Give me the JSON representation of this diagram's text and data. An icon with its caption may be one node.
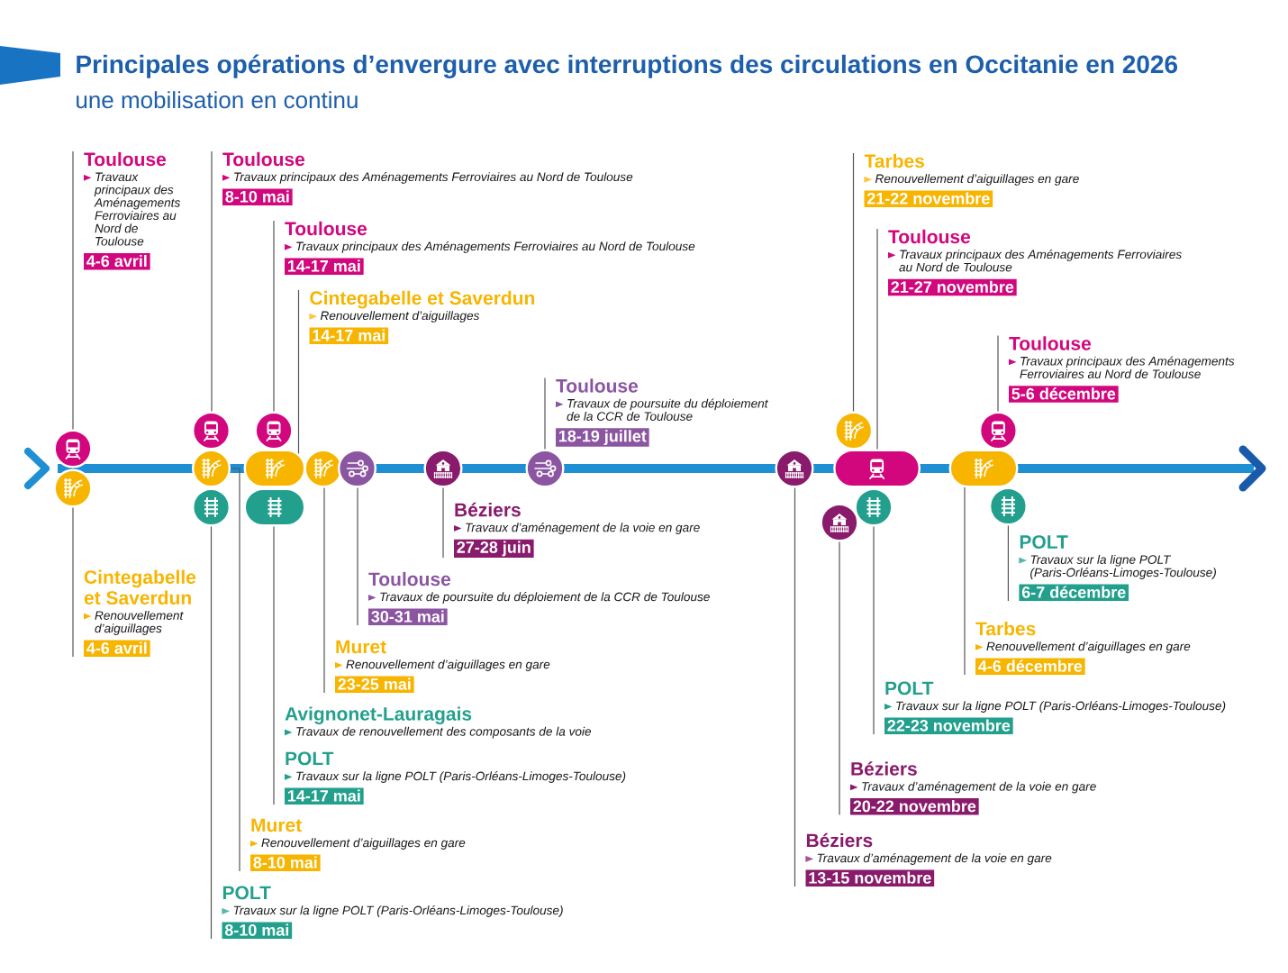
{
  "diagram": {
    "title": "Principales opérations d’envergure avec interruptions des circulations en Occitanie en 2026",
    "nodes": [
      {
        "text": [
          "Toulouse",
          "Travaux principaux des Aménagements Ferroviaires au Nord de Toulouse",
          "4-6 avril"
        ]
      },
      {
        "text": [
          "Toulouse",
          "Travaux principaux des Aménagements Ferroviaires au Nord de Toulouse",
          "8-10 mai"
        ]
      },
      {
        "text": [
          "Toulouse",
          "Travaux principaux des Aménagements Ferroviaires au Nord de Toulouse",
          "14-17 mai"
        ]
      },
      {
        "text": [
          "Cintegabelle et Saverdun",
          "Renouvellement d’aiguillages",
          "14-17 mai"
        ]
      },
      {
        "text": [
          "Toulouse",
          "Travaux de poursuite du déploiement de la CCR de Toulouse",
          "18-19 juillet"
        ]
      },
      {
        "text": [
          "Tarbes",
          "Renouvellement d’aiguillages en gare",
          "21-22 novembre"
        ]
      },
      {
        "text": [
          "Toulouse",
          "Travaux principaux des Aménagements Ferroviaires au Nord de Toulouse",
          "21-27 novembre"
        ]
      },
      {
        "text": [
          "Toulouse",
          "Travaux principaux des Aménagements Ferroviaires au Nord de Toulouse",
          "5-6 décembre"
        ]
      },
      {
        "text": [],
        "shape": "circle"
      },
      {
        "text": [],
        "shape": "circle"
      },
      {
        "text": [],
        "shape": "circle"
      },
      {
        "text": [],
        "shape": "circle"
      },
      {
        "text": [],
        "shape": "circle"
      },
      {
        "text": [],
        "shape": "circle"
      },
      {
        "text": [],
        "shape": "pill"
      },
      {
        "text": [],
        "shape": "pill"
      },
      {
        "text": [],
        "shape": "circle"
      },
      {
        "text": [],
        "shape": "circle"
      },
      {
        "text": [],
        "shape": "circle"
      },
      {
        "text": [],
        "shape": "circle"
      },
      {
        "text": [],
        "shape": "circle"
      },
      {
        "text": [],
        "shape": "circle"
      },
      {
        "text": [],
        "shape": "pill"
      },
      {
        "text": [],
        "shape": "circle"
      },
      {
        "text": [],
        "shape": "circle"
      },
      {
        "text": [],
        "shape": "pill"
      },
      {
        "text": [],
        "shape": "circle"
      },
      {
        "text": [],
        "shape": "circle"
      },
      {
        "text": [
          "Cintegabelle et Saverdun",
          "Renouvellement d’aiguillages",
          "4-6 avril"
        ]
      },
      {
        "text": [
          "POLT",
          "Travaux sur la ligne POLT (Paris-Orléans-Limoges-Toulouse)",
          "8-10 mai"
        ]
      },
      {
        "text": [
          "Muret",
          "Renouvellement d’aiguillages en gare",
          "8-10 mai"
        ]
      },
      {
        "text": [
          "Avignonet-Lauragais",
          "Travaux de renouvellement des composants de la voie",
          "POLT",
          "Travaux sur la ligne POLT (Paris-Orléans-Limoges-Toulouse)",
          "14-17 mai"
        ]
      },
      {
        "text": [
          "Muret",
          "Renouvellement d’aiguillages en gare",
          "23-25 mai"
        ]
      },
      {
        "text": [
          "Toulouse",
          "Travaux de poursuite du déploiement de la CCR de Toulouse",
          "30-31 mai"
        ]
      },
      {
        "text": [
          "Béziers",
          "Travaux d’aménagement de la voie en gare",
          "27-28 juin"
        ]
      },
      {
        "text": [
          "Béziers",
          "Travaux d’aménagement de la voie en gare",
          "13-15 novembre"
        ]
      },
      {
        "text": [
          "Béziers",
          "Travaux d’aménagement de la voie en gare",
          "20-22 novembre"
        ]
      },
      {
        "text": [
          "POLT",
          "Travaux sur la ligne POLT (Paris-Orléans-Limoges-Toulouse)",
          "22-23 novembre"
        ]
      },
      {
        "text": [
          "Tarbes",
          "Renouvellement d’aiguillages en gare",
          "4-6 décembre"
        ]
      },
      {
        "text": [
          "POLT",
          "Travaux sur la ligne POLT (Paris-Orléans-Limoges-Toulouse)",
          "6-7 décembre"
        ]
      }
    ],
    "edges": [
      {
        "from": 0,
        "to": 8,
        "arrow": "none"
      },
      {
        "from": 1,
        "to": 10,
        "arrow": "none"
      },
      {
        "from": 2,
        "to": 13,
        "arrow": "none"
      },
      {
        "from": 3,
        "to": 14,
        "arrow": "none"
      },
      {
        "from": 4,
        "to": 19,
        "arrow": "none"
      },
      {
        "from": 5,
        "to": 21,
        "arrow": "none"
      },
      {
        "from": 6,
        "to": 22,
        "arrow": "none"
      },
      {
        "from": 7,
        "to": 26,
        "arrow": "none"
      },
      {
        "from": 28,
        "to": 9,
        "arrow": "none"
      },
      {
        "from": 29,
        "to": 12,
        "arrow": "none"
      },
      {
        "from": 30,
        "to": 11,
        "arrow": "none"
      },
      {
        "from": 31,
        "to": 15,
        "arrow": "none"
      },
      {
        "from": 32,
        "to": 16,
        "arrow": "none"
      },
      {
        "from": 33,
        "to": 17,
        "arrow": "none"
      },
      {
        "from": 34,
        "to": 18,
        "arrow": "none"
      },
      {
        "from": 35,
        "to": 20,
        "arrow": "none"
      },
      {
        "from": 36,
        "to": 23,
        "arrow": "none"
      },
      {
        "from": 37,
        "to": 24,
        "arrow": "none"
      },
      {
        "from": 38,
        "to": 25,
        "arrow": "none"
      },
      {
        "from": 39,
        "to": 27,
        "arrow": "none"
      }
    ],
    "labels": [
      "une mobilisation en continu"
    ]
  }
}
